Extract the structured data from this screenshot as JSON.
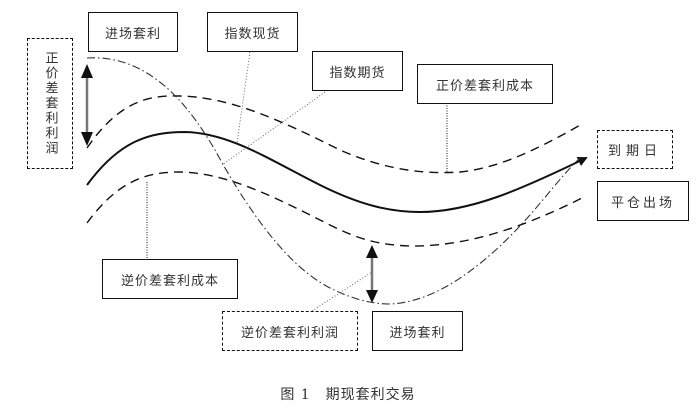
{
  "labels": {
    "entry_arb_top": "进场套利",
    "index_spot": "指数现货",
    "index_futures": "指数期货",
    "positive_spread_cost": "正价差套利成本",
    "positive_spread_profit": "正价差套利利润",
    "expiry_date": "到期日",
    "close_exit": "平仓出场",
    "negative_spread_cost": "逆价差套利成本",
    "negative_spread_profit": "逆价差套利利润",
    "entry_arb_bottom": "进场套利"
  },
  "caption": "图 1　期现套利交易",
  "legend": {
    "solid_curve": "指数现货",
    "dash_dot_curve": "指数期货",
    "dashed_upper": "正价差套利成本",
    "dashed_lower": "逆价差套利成本"
  }
}
